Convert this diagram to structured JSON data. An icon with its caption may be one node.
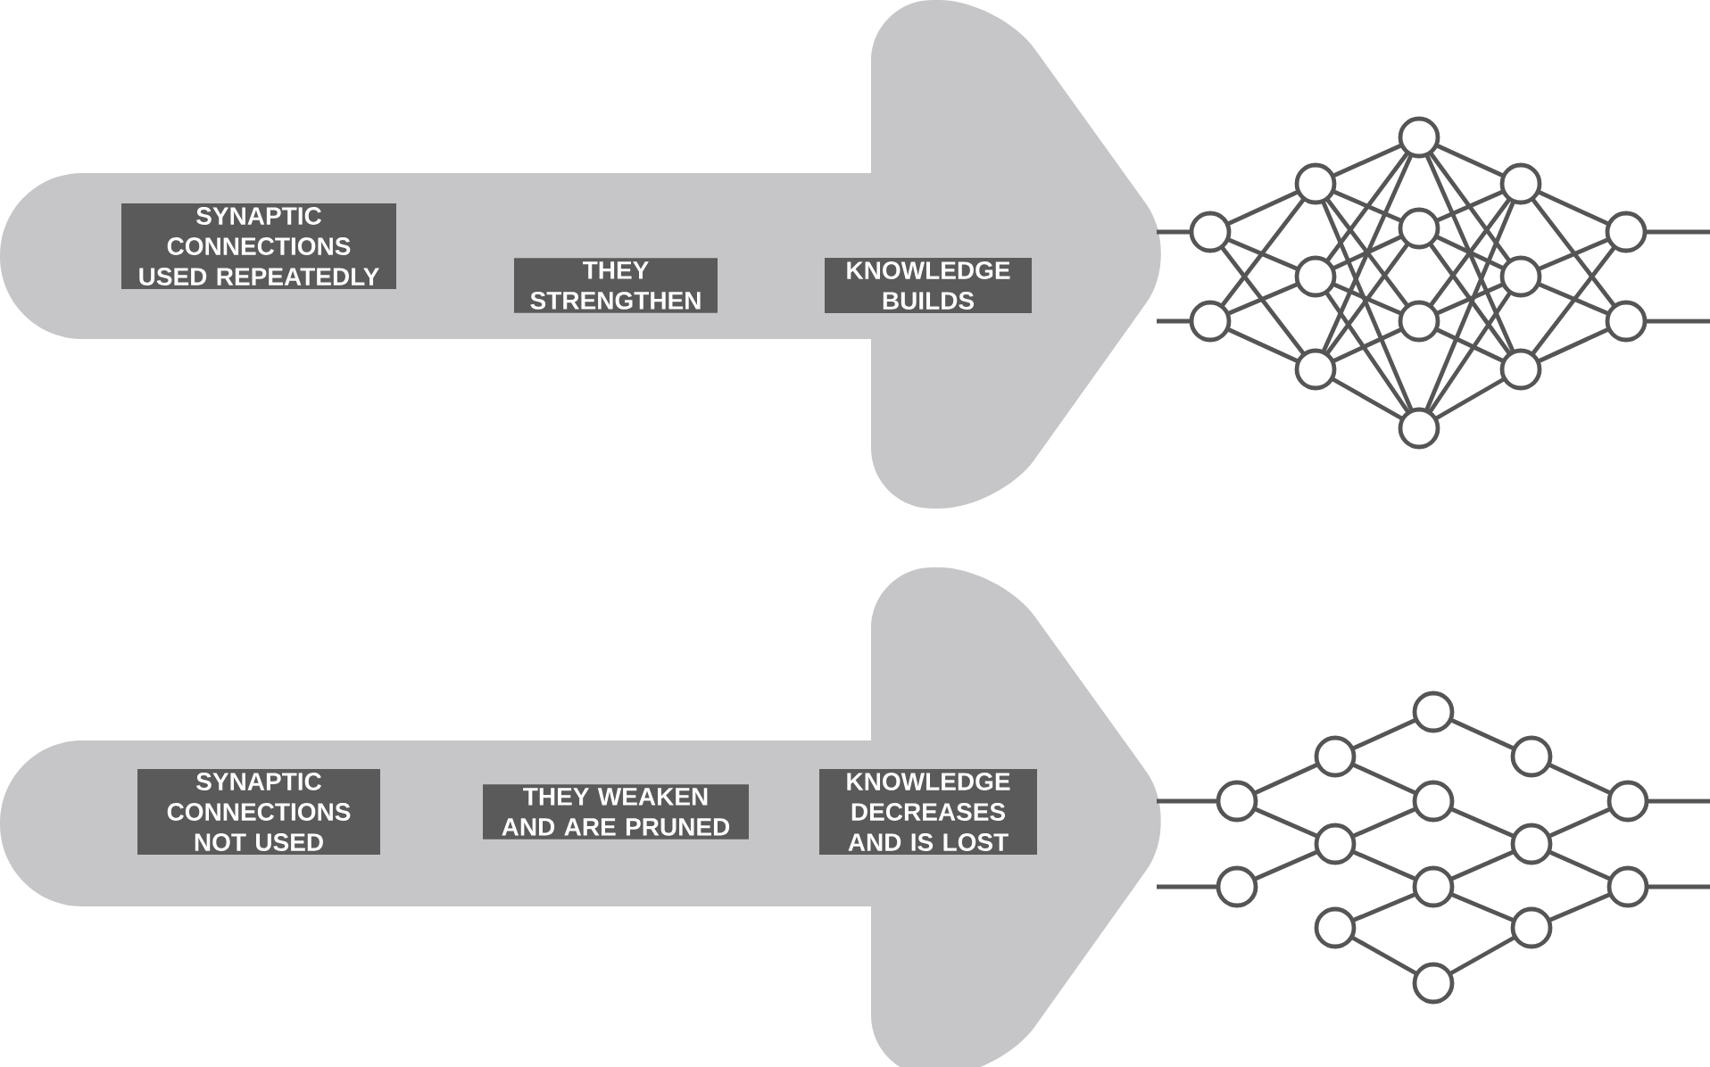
{
  "diagram": {
    "nodes": [
      {
        "text": [
          "SYNAPTIC CONNECTIONS USED REPEATEDLY",
          "THEY STRENGTHEN",
          "KNOWLEDGE BUILDS"
        ]
      },
      {
        "text": [],
        "shape": "picture"
      },
      {
        "text": [
          "SYNAPTIC CONNECTIONS NOT USED",
          "THEY WEAKEN AND ARE PRUNED",
          "KNOWLEDGE DECREASES AND IS LOST"
        ]
      },
      {
        "text": [],
        "shape": "picture"
      }
    ]
  }
}
